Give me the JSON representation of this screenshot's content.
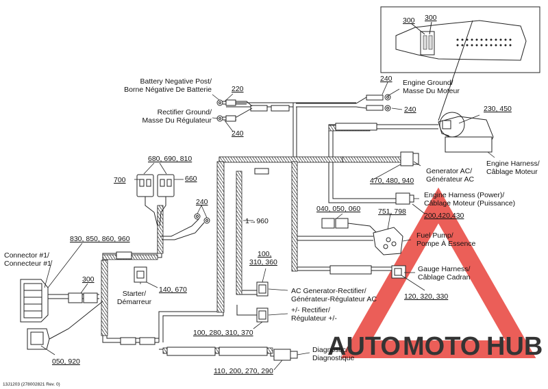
{
  "diagram": {
    "labels": {
      "battery_neg": [
        "Battery Negative Post/",
        "Borne Négative De Batterie"
      ],
      "rectifier_ground": [
        "Rectifier Ground/",
        "Masse Du Régulateur"
      ],
      "engine_ground": [
        "Engine Ground/",
        "Masse Du Moteur"
      ],
      "engine_harness": [
        "Engine Harness/",
        "Câblage Moteur"
      ],
      "generator_ac": [
        "Generator AC/",
        "Générateur AC"
      ],
      "engine_harness_power": [
        "Engine Harness (Power)/",
        "Câblage Moteur (Puissance)"
      ],
      "fuel_pump": [
        "Fuel Pump/",
        "Pompe À Essence"
      ],
      "gauge_harness": [
        "Gauge Harness/",
        "Câblage Cadran"
      ],
      "connector1": [
        "Connector #1/",
        "Connecteur #1"
      ],
      "starter": [
        "Starter/",
        "Démarreur"
      ],
      "ac_gen_rect": [
        "AC Generator-Rectifier/",
        "Générateur-Régulateur AC"
      ],
      "rectifier_pm": [
        "+/- Rectifier/",
        "Régulateur +/-"
      ],
      "diagnostic": [
        "Diagnostic/",
        "Diagnostique"
      ]
    },
    "refs": {
      "r300a": "300",
      "r300b": "300",
      "r220": "220",
      "r240_bat": "240",
      "r240_top": "240",
      "r240_eng": "240",
      "r240_start": "240",
      "r230_450": "230, 450",
      "r680": "680, 690, 810",
      "r700": "700",
      "r660": "660",
      "r470": "470, 480, 940",
      "r040": "040, 050, 060",
      "r751": "751, 798",
      "r200": "200,420,430",
      "r960": "1→960",
      "r830": "830, 850, 860, 960",
      "r300c": "300",
      "r100": [
        "100,",
        "310, 360"
      ],
      "r140": "140, 670",
      "r120": "120, 320, 330",
      "r100b": "100, 280, 310, 370",
      "r050": "050, 920",
      "r110": "110, 200, 270, 290"
    },
    "footer_code": "13J1203 (278002821 Rev. 0)",
    "watermark": {
      "auto": "AUTO",
      "moto": "MOTO",
      "hub": "HUB"
    },
    "colors": {
      "watermark_red": "#e8433b",
      "watermark_orange": "#f2a33a",
      "watermark_gray": "#8b8b8b"
    }
  }
}
